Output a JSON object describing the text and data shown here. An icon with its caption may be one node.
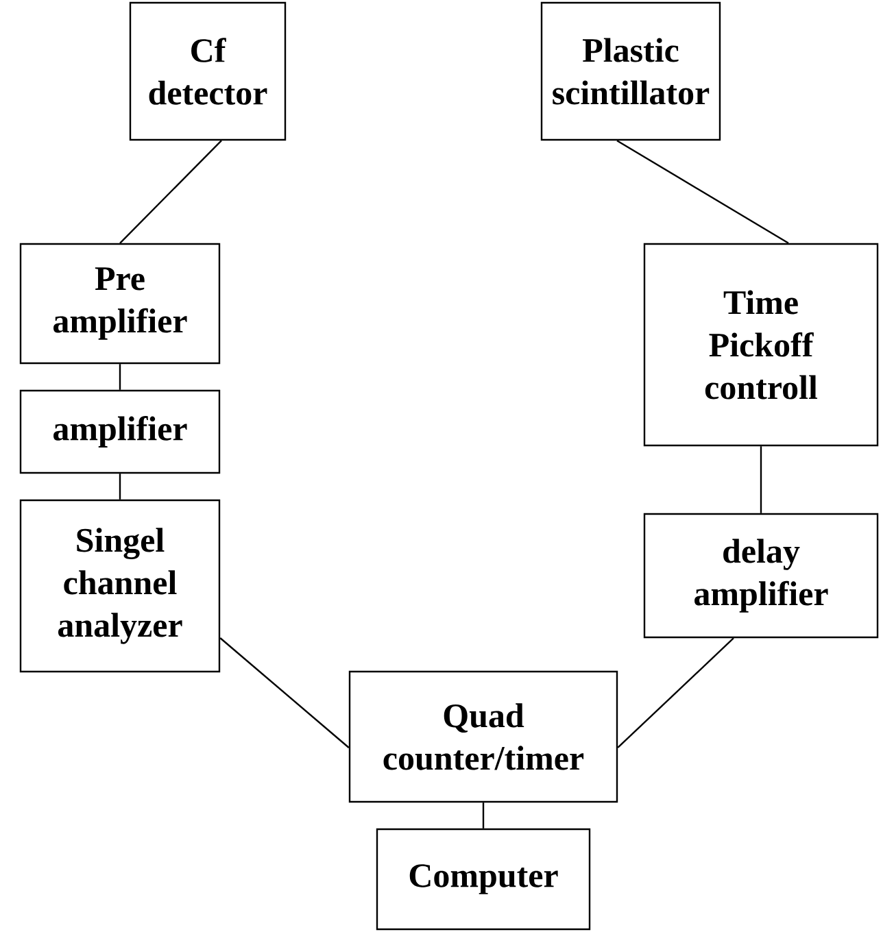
{
  "diagram": {
    "nodes": [
      {
        "text": [
          "Cf detector"
        ]
      },
      {
        "text": [
          "Plastic scintillator"
        ]
      },
      {
        "text": [
          "Pre amplifier"
        ]
      },
      {
        "text": [
          "amplifier"
        ]
      },
      {
        "text": [
          "Singel channel analyzer"
        ]
      },
      {
        "text": [
          "Time Pickoff controll"
        ]
      },
      {
        "text": [
          "delay amplifier"
        ]
      },
      {
        "text": [
          "Quad counter/timer"
        ]
      },
      {
        "text": [
          "Computer"
        ]
      }
    ],
    "edges": [
      {
        "from": 0,
        "to": 2,
        "arrow": "none"
      },
      {
        "from": 1,
        "to": 5,
        "arrow": "none"
      },
      {
        "from": 2,
        "to": 3,
        "arrow": "none"
      },
      {
        "from": 3,
        "to": 4,
        "arrow": "none"
      },
      {
        "from": 4,
        "to": 7,
        "arrow": "none"
      },
      {
        "from": 5,
        "to": 6,
        "arrow": "none"
      },
      {
        "from": 6,
        "to": 7,
        "arrow": "none"
      },
      {
        "from": 7,
        "to": 8,
        "arrow": "none"
      }
    ]
  }
}
